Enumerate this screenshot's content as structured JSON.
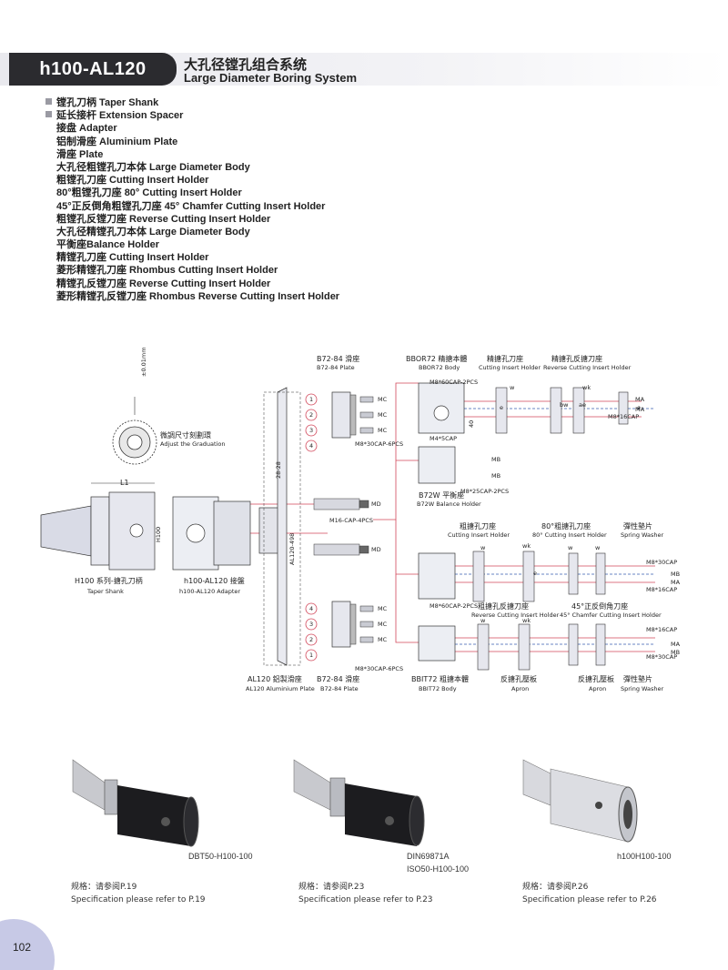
{
  "header": {
    "code": "h100-AL120",
    "title_cn": "大孔径镗孔组合系统",
    "title_en": "Large Diameter Boring System"
  },
  "parts": [
    "镗孔刀柄 Taper Shank",
    "延长接杆 Extension Spacer",
    "接盘 Adapter",
    "铝制滑座 Aluminium Plate",
    "滑座 Plate",
    "大孔径粗镗孔刀本体 Large Diameter Body",
    "粗镗孔刀座 Cutting Insert Holder",
    "80°粗镗孔刀座  80° Cutting Insert Holder",
    "45°正反倒角粗镗孔刀座  45° Chamfer Cutting Insert Holder",
    "粗镗孔反镗刀座 Reverse Cutting Insert Holder",
    "大孔径精镗孔刀本体 Large Diameter Body",
    "平衡座Balance Holder",
    "精镗孔刀座 Cutting Insert Holder",
    "菱形精镗孔刀座 Rhombus Cutting Insert Holder",
    "精镗孔反镗刀座 Reverse Cutting Insert Holder",
    "菱形精镗孔反镗刀座 Rhombus Reverse Cutting Insert Holder"
  ],
  "diagram": {
    "plate_top_cn": "B72-84 滑座",
    "plate_top_en": "B72-84 Plate",
    "bbor_cn": "BBOR72 精搪本體",
    "bbor_en": "BBOR72 Body",
    "fine_holder_cn": "精搪孔刀座",
    "fine_holder_en": "Cutting Insert Holder",
    "fine_rev_cn": "精搪孔反搪刀座",
    "fine_rev_en": "Reverse Cutting Insert Holder",
    "tol": "±0.01mm",
    "grad_cn": "微調尺寸刻劃環",
    "grad_en": "Adjust the Graduation",
    "l1": "L1",
    "h100": "H100",
    "dim_2828": "28-28",
    "dim_al": "AL120-498",
    "dim_40": "40",
    "nums": [
      "1",
      "2",
      "3",
      "4"
    ],
    "mc": "MC",
    "md": "MD",
    "ma": "MA",
    "mb": "MB",
    "screw_top": "M8*30CAP-6PCS",
    "screw_bbor": "M8*60CAP-2PCS",
    "screw_m16": "M16-CAP-4PCS",
    "screw_bot": "M8*30CAP-6PCS",
    "screw_rough": "M8*60CAP-2PCS",
    "screw_bal": "M8*25CAP-2PCS",
    "screw_16": "M8*16CAP",
    "screw_30": "M8*30CAP",
    "screw_m4": "M4*5CAP",
    "balance_cn": "B72W 平衡座",
    "balance_en": "B72W Balance Holder",
    "shank_cn": "H100 系列-搪孔刀柄",
    "shank_en": "Taper Shank",
    "adapter_cn": "h100-AL120 接盤",
    "adapter_en": "h100-AL120 Adapter",
    "rough_holder_cn": "粗搪孔刀座",
    "rough_holder_en": "Cutting Insert Holder",
    "rough80_cn": "80°粗搪孔刀座",
    "rough80_en": "80° Cutting Insert Holder",
    "spring_cn": "彈性墊片",
    "spring_en": "Spring Washer",
    "rough_rev_cn": "粗搪孔反搪刀座",
    "rough_rev_en": "Reverse Cutting Insert Holder",
    "chamfer_cn": "45°正反倒角刀座",
    "chamfer_en": "45° Chamfer Cutting Insert Holder",
    "al_plate_cn": "AL120 鋁製滑座",
    "al_plate_en": "AL120 Aluminium Plate",
    "plate_bot_cn": "B72-84 滑座",
    "plate_bot_en": "B72-84 Plate",
    "bbit_cn": "BBIT72 粗搪本體",
    "bbit_en": "BBIT72 Body",
    "apron_cn": "反搪孔壓板",
    "apron_en": "Apron",
    "apron2_cn": "反搪孔壓板",
    "apron2_en": "Apron",
    "spring2_cn": "彈性墊片",
    "spring2_en": "Spring Washer",
    "w": "w",
    "wk": "wk",
    "e": "e",
    "ae": "ae",
    "bw": "bw"
  },
  "products": [
    {
      "name": "DBT50-H100-100",
      "spec_cn": "规格：请参阅P.19",
      "spec_en": "Specification please refer to P.19"
    },
    {
      "name": "DIN69871A",
      "name2": "ISO50-H100-100",
      "spec_cn": "规格：请参阅P.23",
      "spec_en": "Specification please refer to P.23"
    },
    {
      "name": "h100H100-100",
      "spec_cn": "规格：请参阅P.26",
      "spec_en": "Specification please refer to P.26"
    }
  ],
  "page_number": "102",
  "colors": {
    "header_dark": "#2b2b2f",
    "tab": "#c7c9e6",
    "accent_red": "#d2475a",
    "guide_blue": "#3a5db0"
  }
}
